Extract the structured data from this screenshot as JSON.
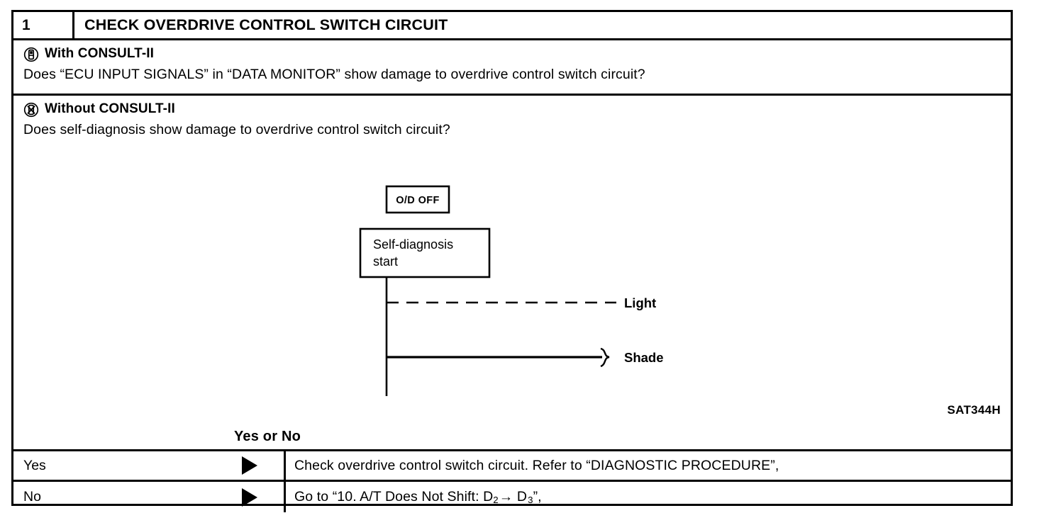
{
  "step": {
    "number": "1",
    "title": "CHECK OVERDRIVE CONTROL SWITCH CIRCUIT"
  },
  "with_consult": {
    "icon": "consult-device-icon",
    "heading": "With CONSULT-II",
    "question": "Does “ECU INPUT SIGNALS” in “DATA MONITOR” show damage to overdrive control switch circuit?"
  },
  "without_consult": {
    "icon": "consult-device-crossed-icon",
    "heading": "Without CONSULT-II",
    "question": "Does self-diagnosis show damage to overdrive control switch circuit?"
  },
  "illustration": {
    "od_off_label": "O/D OFF",
    "self_diagnosis_label_line1": "Self-diagnosis",
    "self_diagnosis_label_line2": "start",
    "light_label": "Light",
    "shade_label": "Shade",
    "figure_code": "SAT344H"
  },
  "decision_prompt": "Yes or No",
  "results": [
    {
      "label": "Yes",
      "arrow": "triangle-right-icon",
      "action_prefix": "Check overdrive control switch circuit. Refer to “DIAGNOSTIC PROCEDURE”,",
      "action_sub1": "",
      "action_mid": "",
      "action_sub2": "",
      "action_suffix": ""
    },
    {
      "label": "No",
      "arrow": "triangle-right-icon",
      "action_prefix": "Go to “10. A/T Does Not Shift: D",
      "action_sub1": "2",
      "action_mid": "→ D",
      "action_sub2": "3",
      "action_suffix": "”,"
    }
  ],
  "colors": {
    "ink": "#000000",
    "paper": "#ffffff"
  }
}
